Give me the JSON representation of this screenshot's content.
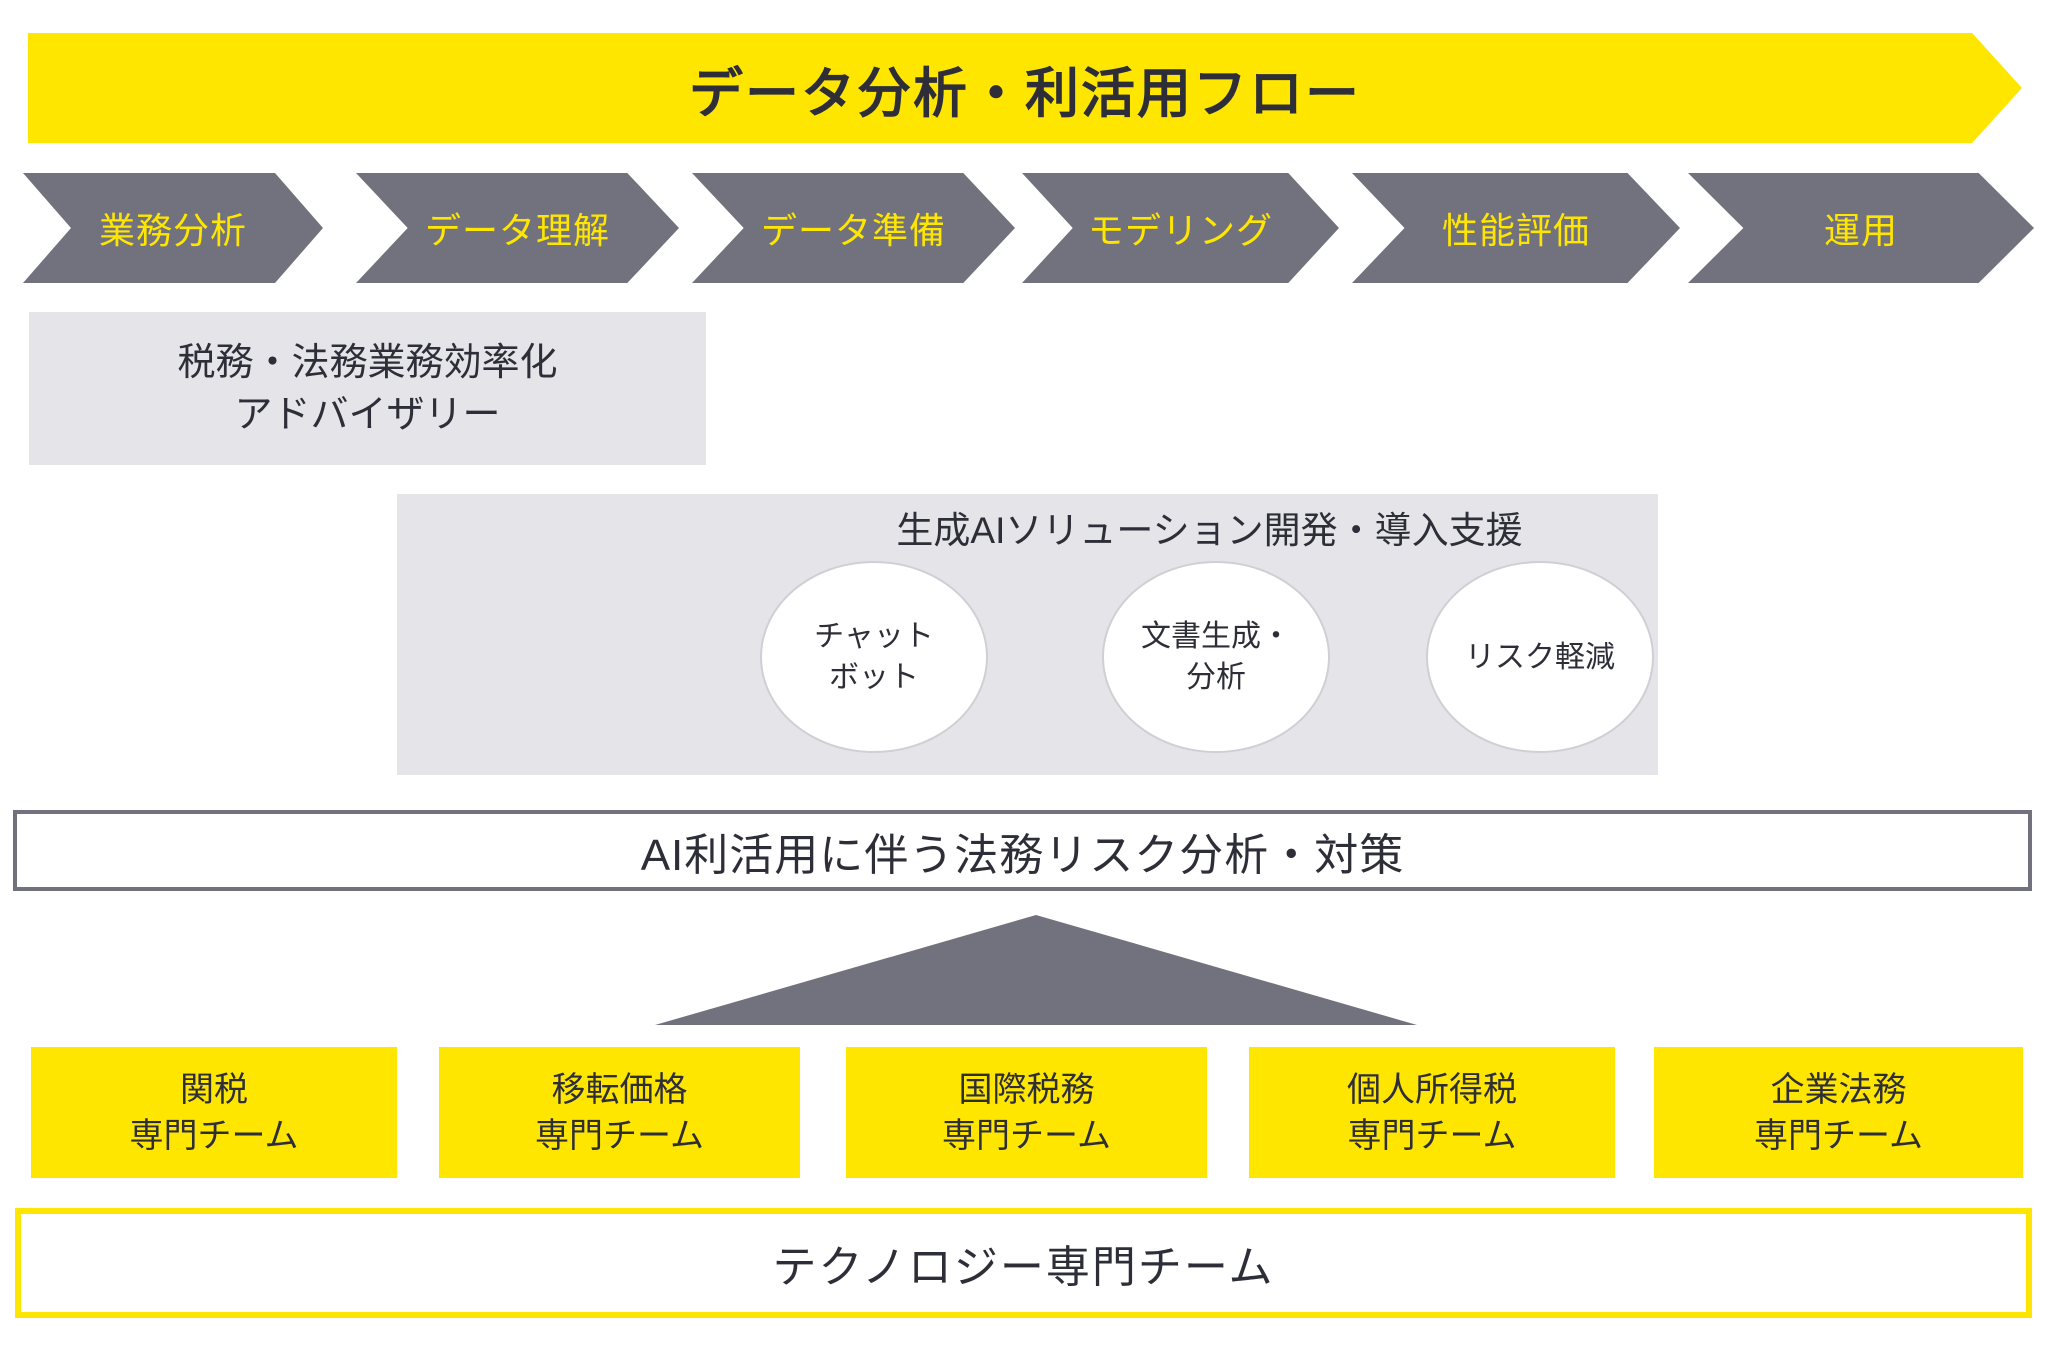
{
  "banner": {
    "title": "データ分析・利活用フロー"
  },
  "process_steps": [
    {
      "label": "業務分析"
    },
    {
      "label": "データ理解"
    },
    {
      "label": "データ準備"
    },
    {
      "label": "モデリング"
    },
    {
      "label": "性能評価"
    },
    {
      "label": "運用"
    }
  ],
  "advisory_box": {
    "line1": "税務・法務業務効率化",
    "line2": "アドバイザリー"
  },
  "genai_box": {
    "title": "生成AIソリューション開発・導入支援",
    "bubbles": [
      {
        "line1": "チャット",
        "line2": "ボット"
      },
      {
        "line1": "文書生成・",
        "line2": "分析"
      },
      {
        "line1": "リスク軽減",
        "line2": ""
      }
    ]
  },
  "ai_risk_box": {
    "label": "AI利活用に伴う法務リスク分析・対策"
  },
  "teams": [
    {
      "line1": "関税",
      "line2": "専門チーム"
    },
    {
      "line1": "移転価格",
      "line2": "専門チーム"
    },
    {
      "line1": "国際税務",
      "line2": "専門チーム"
    },
    {
      "line1": "個人所得税",
      "line2": "専門チーム"
    },
    {
      "line1": "企業法務",
      "line2": "専門チーム"
    }
  ],
  "tech_box": {
    "label": "テクノロジー専門チーム"
  },
  "colors": {
    "accent_yellow": "#ffe600",
    "slate_gray": "#72727e",
    "light_gray_panel": "#e4e4e9",
    "dark_text": "#2e2e38"
  }
}
